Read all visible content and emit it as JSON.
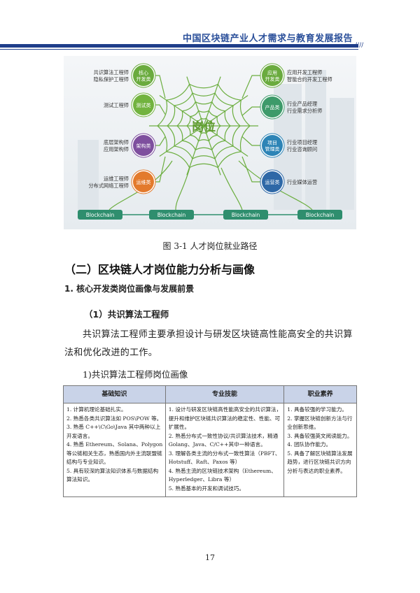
{
  "header": {
    "title": "中国区块链产业人才需求与教育发展报告",
    "stripes": "////"
  },
  "figure": {
    "center_label": "岗位",
    "left_nodes": [
      {
        "label": "核心\n开发类",
        "roles": [
          "共识算法工程师",
          "隐私保护工程师"
        ],
        "color": "#6aab3e"
      },
      {
        "label": "测试类",
        "roles": [
          "测试工程师"
        ],
        "color": "#72b33f"
      },
      {
        "label": "架构类",
        "roles": [
          "底层架构师",
          "应用架构师"
        ],
        "color": "#7e4f9e"
      },
      {
        "label": "运维类",
        "roles": [
          "运维工程师",
          "分布式网络工程师"
        ],
        "color": "#e37a2c"
      }
    ],
    "right_nodes": [
      {
        "label": "应用\n开发类",
        "roles": [
          "应用开发工程师",
          "智能合约开发工程师"
        ],
        "color": "#6aab3e"
      },
      {
        "label": "产品类",
        "roles": [
          "行业产品经理",
          "行业需求分析师"
        ],
        "color": "#3d9a6a"
      },
      {
        "label": "项目\n管理类",
        "roles": [
          "行业项目经理",
          "行业咨询顾问"
        ],
        "color": "#2d84b6"
      },
      {
        "label": "运营类",
        "roles": [
          "行业媒体运营"
        ],
        "color": "#2e68a7"
      }
    ],
    "blockchain_label": "Blockchain",
    "caption": "图 3-1  人才岗位就业路径"
  },
  "section": {
    "h2": "（二）区块链人才岗位能力分析与画像",
    "h3": "1. 核心开发类岗位画像与发展前景",
    "h4": "（1）共识算法工程师",
    "paragraph": "共识算法工程师主要承担设计与研发区块链高性能高安全的共识算法和优化改进的工作。",
    "sub_heading": "1)共识算法工程师岗位画像"
  },
  "table": {
    "headers": [
      "基础知识",
      "专业技能",
      "职业素养"
    ],
    "col1": [
      "1. 计算机理论基础扎实。",
      "2. 熟悉各类共识算法如 POS\\POW 等。",
      "3. 熟悉 C++\\C\\Go\\Java 其中两种以上开发语言。",
      "4. 熟悉 Ethereum、Solana、Polygon 等公链相关生态，熟悉国内外主流联盟链结构与专业知识。",
      "5. 具有较深的算法知识体系与数据结构算法知识。"
    ],
    "col2": [
      "1. 设计与研发区块链高性能高安全的共识算法，提升和维护区块链共识算法的稳定性、性能、可扩展性。",
      "2. 熟悉分布式一致性协议/共识算法技术，精通 Golang、Java、C/C++其中一种语言。",
      "3. 理解各类主流的分布式一致性算法（PBFT、Hotstuff、Raft、Paxos 等）",
      "4. 熟悉主流的区块链技术架构（Ethereum、Hyperledger、Libra 等）",
      "5. 熟悉基本的开发和调试技巧。"
    ],
    "col3": [
      "1. 具备较强的学习能力。",
      "2. 掌握区块链创新方法与行业创新思维。",
      "3. 具备较强英文阅读能力。",
      "4. 团队协作能力。",
      "5. 具备了解区块链算法发展趋势，进行区块链共识方向分析与表达的职业素养。"
    ]
  },
  "page_number": "17"
}
